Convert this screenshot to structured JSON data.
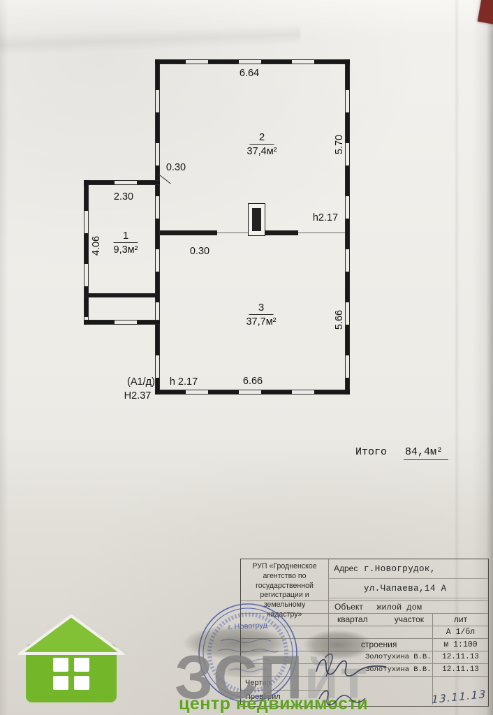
{
  "document": {
    "corner_mark_color": "#7d2b24"
  },
  "plan": {
    "rooms": [
      {
        "number": "1",
        "area": "9,3м²"
      },
      {
        "number": "2",
        "area": "37,4м²"
      },
      {
        "number": "3",
        "area": "37,7м²"
      }
    ],
    "dimensions": {
      "top_width": "6.64",
      "right_upper": "5.70",
      "right_lower": "5.66",
      "annex_width": "2.30",
      "annex_height": "4.06",
      "wall_upper": "0.30",
      "wall_inner": "0.30",
      "opening_height": "h2.17",
      "bottom_width": "6.66",
      "litera": "(А1/д)",
      "door_height": "h 2.17",
      "ceiling_height": "Н2.37"
    },
    "total_label": "Итого",
    "total_value": "84,4м²"
  },
  "titleblock": {
    "agency": "РУП «Гродненское\nагентство по\nгосударственной\nрегистрации и\nземельному\nкадастру»",
    "address_label": "Адрес",
    "address_line1": "г.Новогрудок,",
    "address_line2": "ул.Чапаева,14 А",
    "object_label": "Объект",
    "object_value": "жилой дом",
    "col_kvartal": "квартал",
    "col_uchastok": "участок",
    "col_lit": "лит",
    "lit_value": "А 1/бл",
    "stroenia_label": "строения",
    "scale": "м 1:100",
    "rows": [
      {
        "name": "Золотухина В.В.",
        "date": "12.11.13"
      },
      {
        "name": "Золотухина В.В.",
        "date": "12.11.13"
      }
    ],
    "drew_label": "Чертил",
    "checked_label": "Проверил",
    "handwritten_date": "13.11.13"
  },
  "stamp": {
    "color": "#4053a8",
    "city_text": "г. Новогруд"
  },
  "watermark": {
    "big_text": "ЗСП",
    "big_text_faint": "йт",
    "subtitle": "центр недвижимости",
    "green": "#74b629",
    "grey": "#8f8f8f"
  }
}
